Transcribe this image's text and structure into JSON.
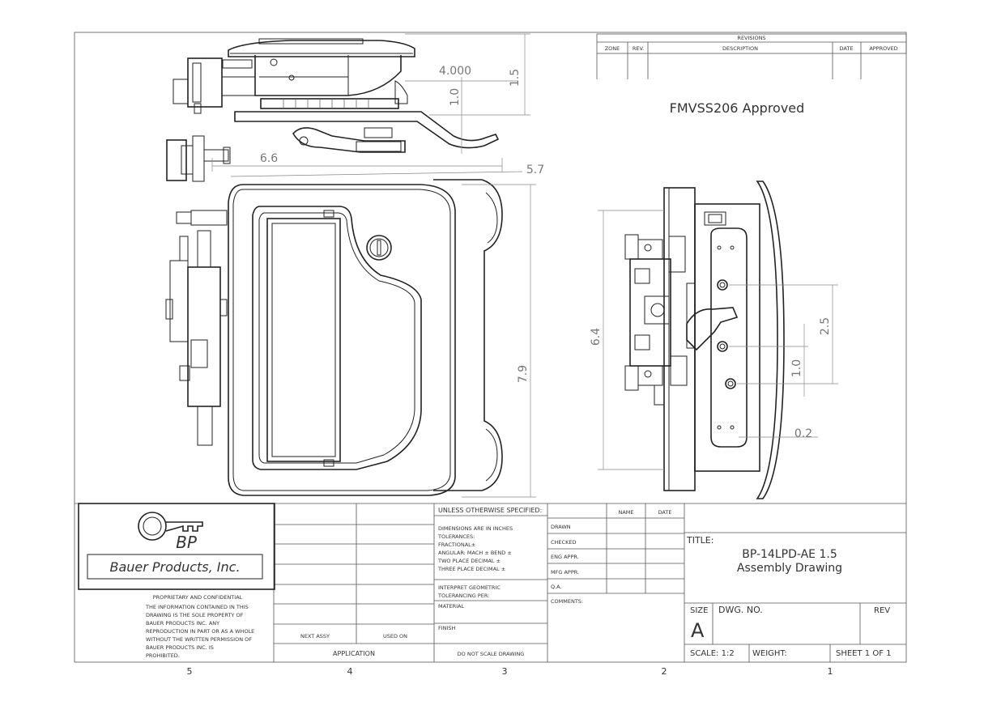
{
  "sheet": {
    "border_zones": [
      "5",
      "4",
      "3",
      "2",
      "1"
    ]
  },
  "revisions": {
    "header": "REVISIONS",
    "columns": [
      "ZONE",
      "REV.",
      "DESCRIPTION",
      "DATE",
      "APPROVED"
    ]
  },
  "note": "FMVSS206 Approved",
  "dimensions": {
    "top_width": "4.000",
    "top_height": "1.5",
    "top_inner": "1.0",
    "side_length": "6.6",
    "overall_width": "5.7",
    "overall_height": "7.9",
    "right_height": "6.4",
    "hole_span": "2.5",
    "hole_pitch": "1.0",
    "offset": "0.2"
  },
  "logo": {
    "initials": "BP",
    "company": "Bauer Products, Inc."
  },
  "proprietary": {
    "heading": "PROPRIETARY AND CONFIDENTIAL",
    "lines": [
      "THE INFORMATION CONTAINED IN THIS",
      "DRAWING IS THE SOLE PROPERTY OF",
      "BAUER PRODUCTS INC. ANY",
      "REPRODUCTION IN PART OR AS A WHOLE",
      "WITHOUT THE WRITTEN PERMISSION OF",
      "BAUER PRODUCTS INC. IS",
      "PROHIBITED."
    ]
  },
  "application": {
    "next_assy": "NEXT ASSY",
    "used_on": "USED ON",
    "label": "APPLICATION"
  },
  "tolerances": {
    "heading": "UNLESS OTHERWISE SPECIFIED:",
    "lines": [
      "DIMENSIONS ARE IN INCHES",
      "TOLERANCES:",
      "FRACTIONAL±",
      "ANGULAR: MACH ±    BEND ±",
      "TWO PLACE DECIMAL    ±",
      "THREE PLACE DECIMAL  ±"
    ],
    "interpret": [
      "INTERPRET GEOMETRIC",
      "TOLERANCING PER:"
    ],
    "material": "MATERIAL",
    "finish": "FINISH",
    "do_not_scale": "DO NOT SCALE DRAWING"
  },
  "approvals": {
    "name_header": "NAME",
    "date_header": "DATE",
    "rows": [
      "DRAWN",
      "CHECKED",
      "ENG APPR.",
      "MFG APPR.",
      "Q.A."
    ],
    "comments": "COMMENTS:"
  },
  "title_block": {
    "title_label": "TITLE:",
    "title_line1": "BP-14LPD-AE 1.5",
    "title_line2": "Assembly Drawing",
    "size_label": "SIZE",
    "size_value": "A",
    "dwg_no_label": "DWG.  NO.",
    "rev_label": "REV",
    "scale": "SCALE: 1:2",
    "weight": "WEIGHT:",
    "sheet": "SHEET 1 OF 1"
  }
}
